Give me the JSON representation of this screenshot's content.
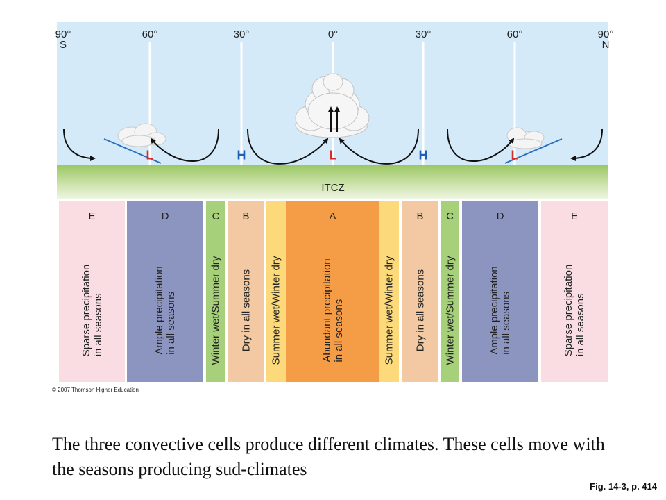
{
  "latitudes": [
    {
      "id": "90s",
      "line1": "90°",
      "line2": "S"
    },
    {
      "id": "60s",
      "line1": "60°",
      "line2": ""
    },
    {
      "id": "30s",
      "line1": "30°",
      "line2": ""
    },
    {
      "id": "0",
      "line1": "0°",
      "line2": ""
    },
    {
      "id": "30n",
      "line1": "30°",
      "line2": ""
    },
    {
      "id": "60n",
      "line1": "60°",
      "line2": ""
    },
    {
      "id": "90n",
      "line1": "90°",
      "line2": "N"
    }
  ],
  "pressure_labels": [
    "L",
    "H",
    "L",
    "H",
    "L"
  ],
  "itcz_label": "ITCZ",
  "climate_bands": [
    {
      "code": "E",
      "description": "Sparse precipitation\nin all seasons",
      "color": "#f9dde3"
    },
    {
      "code": "D",
      "description": "Ample precipitation\nin all seasons",
      "color": "#8c95c0"
    },
    {
      "code": "C",
      "description": "Winter wet/Summer dry",
      "color": "#a6d07a"
    },
    {
      "code": "B",
      "description": "Dry in all seasons",
      "color": "#f2c9a2"
    },
    {
      "code": "",
      "description": "Summer wet/Winter dry",
      "color": "#fcd97a"
    },
    {
      "code": "A",
      "description": "Abundant precipitation\nin all seasons",
      "color": "#f59d46"
    },
    {
      "code": "",
      "description": "Summer wet/Winter dry",
      "color": "#fcd97a"
    },
    {
      "code": "B",
      "description": "Dry in all seasons",
      "color": "#f2c9a2"
    },
    {
      "code": "C",
      "description": "Winter wet/Summer dry",
      "color": "#a6d07a"
    },
    {
      "code": "D",
      "description": "Ample precipitation\nin all seasons",
      "color": "#8c95c0"
    },
    {
      "code": "E",
      "description": "Sparse precipitation\nin all seasons",
      "color": "#f9dde3"
    }
  ],
  "colors": {
    "sky": "#d4eaf8",
    "ground": "#a3cc6a",
    "tropopause_line": "#2b6fc0",
    "low": "#d92a2a",
    "high": "#1d5fb3"
  },
  "copyright": "© 2007 Thomson Higher Education",
  "caption": "The three convective cells produce different climates. These cells move with the seasons producing sud-climates",
  "figure_ref": "Fig. 14-3, p. 414"
}
